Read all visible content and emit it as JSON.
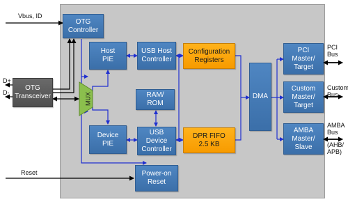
{
  "blocks": {
    "otg_controller": [
      "OTG",
      "Controller"
    ],
    "host_pie": [
      "Host",
      "PIE"
    ],
    "usb_host_controller": [
      "USB Host",
      "Controller"
    ],
    "configuration_registers": [
      "Configuration",
      "Registers"
    ],
    "ram_rom": [
      "RAM/",
      "ROM"
    ],
    "device_pie": [
      "Device",
      "PIE"
    ],
    "usb_device_controller": [
      "USB",
      "Device",
      "Controller"
    ],
    "dpr_fifo": [
      "DPR FIFO",
      "2.5 KB"
    ],
    "dma": "DMA",
    "pci_master_target": [
      "PCI",
      "Master/",
      "Target"
    ],
    "custom_master_target": [
      "Custom",
      "Master/",
      "Target"
    ],
    "amba_master_slave": [
      "AMBA",
      "Master/",
      "Slave"
    ],
    "power_on_reset": [
      "Power-on",
      "Reset"
    ],
    "otg_transceiver": [
      "OTG",
      "Transceiver"
    ],
    "mux": "MUX"
  },
  "labels": {
    "vbus_id": "Vbus, ID",
    "d_plus": "D+",
    "d_minus": "D-",
    "reset": "Reset",
    "pci_bus": [
      "PCI",
      "Bus"
    ],
    "custom_bus": [
      "Custom",
      "Bus"
    ],
    "amba_bus": [
      "AMBA",
      "Bus",
      "(AHB/",
      "APB)"
    ]
  },
  "colors": {
    "panel": "#c7c7c7",
    "block_blue": "#4a7fbc",
    "block_orange": "#f9a10c",
    "transceiver_gray": "#595959",
    "mux_green": "#8bbf4d",
    "connector_blue": "#1f2fd0",
    "line_black": "#000000"
  }
}
